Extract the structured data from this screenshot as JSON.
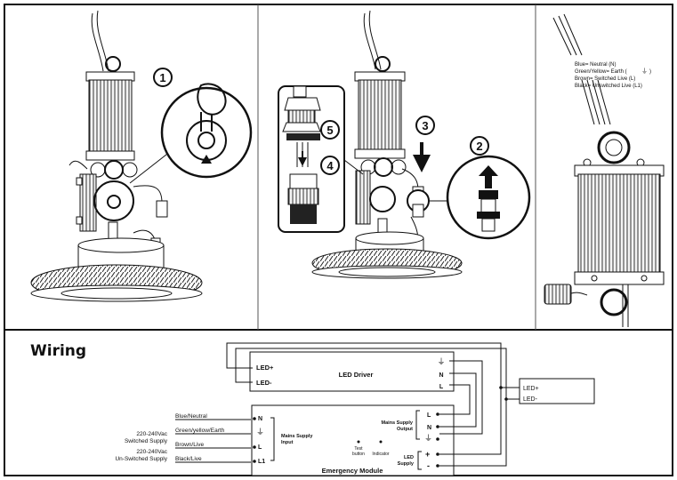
{
  "install": {
    "step_numbers": [
      "1",
      "2",
      "3",
      "4",
      "5"
    ],
    "wire_legend": [
      "Blue= Neutral (N)",
      "Green/Yellow= Earth (",
      "⏚",
      ")",
      "Brown= Switched Live (L)",
      "Black= Unswitched Live (L1)"
    ]
  },
  "wiring": {
    "heading": "Wiring",
    "led_driver": {
      "title": "LED Driver",
      "led_plus": "LED+",
      "led_minus": "LED-",
      "earth_symbol": "⏚",
      "n": "N",
      "l": "L"
    },
    "led_load": {
      "led_plus": "LED+",
      "led_minus": "LED-"
    },
    "emergency_module": {
      "title": "Emergency Module",
      "input_terms": [
        "N",
        "⏚",
        "L",
        "L1"
      ],
      "mains_input_line1": "Mains Supply",
      "mains_input_line2": "Input",
      "test_line1": "Test",
      "test_line2": "button",
      "indicator": "Indicator",
      "mains_output_line1": "Mains Supply",
      "mains_output_line2": "Output",
      "output_terms": [
        "L",
        "N",
        "⏚"
      ],
      "led_supply_line1": "LED",
      "led_supply_line2": "Supply",
      "plus": "+",
      "minus": "-"
    },
    "supply": {
      "wire_blue": "Blue/Neutral",
      "wire_green": "Green/yellow/Earth",
      "wire_brown": "Brown/Live",
      "wire_black": "Black/Live",
      "switched_line1": "220-240Vac",
      "switched_line2": "Switched Supply",
      "unswitched_line1": "220-240Vac",
      "unswitched_line2": "Un-Switched Supply"
    }
  }
}
